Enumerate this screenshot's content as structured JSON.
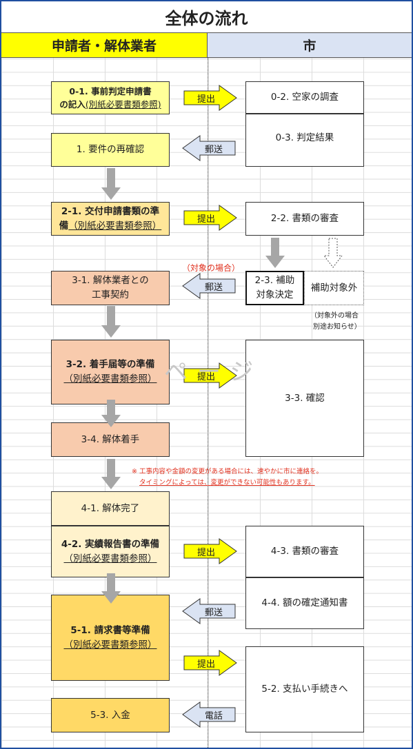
{
  "title": "全体の流れ",
  "header": {
    "left": "申請者・解体業者",
    "right": "市"
  },
  "labels": {
    "submit": "提出",
    "mail": "郵送",
    "phone": "電話",
    "ref": "（別紙必要書類参照）",
    "ref_short": "(別紙必要書類参照)"
  },
  "left": {
    "b01_l1": "0-1. 事前判定申請書",
    "b01_l2": "の記入",
    "b1": "1. 要件の再確認",
    "b21_l1": "2-1. 交付申請書類の準",
    "b21_l2": "備",
    "b31_l1": "3-1. 解体業者との",
    "b31_l2": "工事契約",
    "b32": "3-2. 着手届等の準備",
    "b34": "3-4. 解体着手",
    "b41": "4-1. 解体完了",
    "b42": "4-2. 実績報告書の準備",
    "b51": "5-1. 請求書等準備",
    "b53": "5-3. 入金"
  },
  "right": {
    "b02": "0-2. 空家の調査",
    "b03": "0-3. 判定結果",
    "b22": "2-2. 書類の審査",
    "b23_l1": "2-3. 補助",
    "b23_l2": "対象決定",
    "b23_ext": "補助対象外",
    "b33": "3-3. 確認",
    "b43": "4-3. 書類の審査",
    "b44": "4-4. 額の確定通知書",
    "b52": "5-2. 支払い手続きへ"
  },
  "notes": {
    "target": "（対象の場合）",
    "nontarget_l1": "（対象外の場合",
    "nontarget_l2": "別途お知らせ）",
    "change_l1": "※ 工事内容や金額の変更がある場合には、速やかに市に連絡を。",
    "change_l2": "タイミングによっては、変更ができない可能性もあります。",
    "watermark": "ページ"
  },
  "colors": {
    "header_left": "#ffff00",
    "header_right": "#dae3f3",
    "arrow_right_fill": "#ffff00",
    "arrow_left_fill": "#dae3f3",
    "down_arrow_fill": "#a6a6a6",
    "note_red": "#e0301e"
  }
}
